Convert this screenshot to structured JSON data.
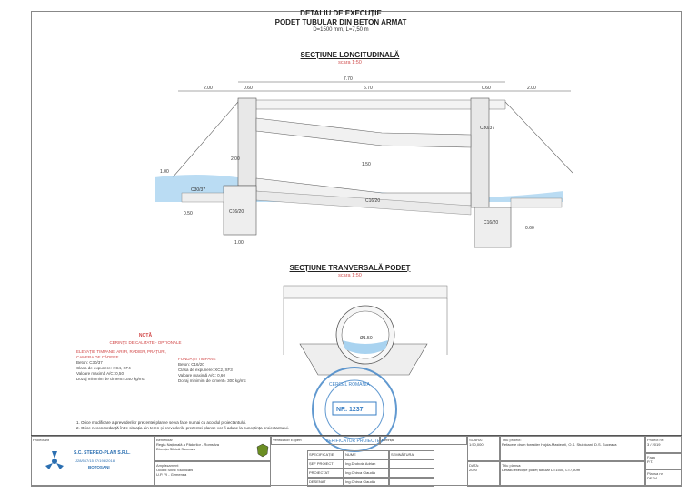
{
  "header": {
    "title_line1": "DETALIU DE EXECUȚIE",
    "title_line2": "PODEȚ TUBULAR  DIN BETON ARMAT",
    "subtitle": "D=1500 mm, L=7,50 m"
  },
  "longitudinal": {
    "title": "SECȚIUNE LONGITUDINALĂ",
    "scale": "scara 1:50",
    "dims_top": [
      "2.00",
      "0.60",
      "6.70",
      "0.60",
      "2.00"
    ],
    "total": "7.70",
    "concrete_left": "C30/37",
    "concrete_right": "C30/37",
    "c16_left": "C16/20",
    "c16_mid": "C16/20",
    "c16_right": "C16/20",
    "dim_150": "1.50",
    "dim_100_left": "1.00",
    "dim_100_bottom": "1.00",
    "dim_050": "0.50",
    "dim_060": "0.60",
    "dim_200": "2.00"
  },
  "transversal": {
    "title": "SECȚIUNE TRANVERSALĂ PODEȚ",
    "scale": "scara 1:50",
    "diam": "Ø1.50"
  },
  "notes": {
    "heading": "NOTĂ",
    "sub": "CERINȚE DE CALITATE - OPȚIONALE",
    "left_title": "ELEVAȚIE TIMPANE, ARIPI, RADIER, PRAȚURI, CAMERA DE CĂDERE",
    "left_lines": [
      "Beton: C30/37",
      "Clasa de expunere: XC4, XF4",
      "Valoare maximă A/C: 0,50",
      "Dozaj minimim de ciment= 340 kg/mc"
    ],
    "right_title": "FUNDAȚII TIMPANE",
    "right_lines": [
      "Beton: C16/20",
      "Clasa de expunere: XC2, XF3",
      "Valoare maximă A/C: 0,60",
      "Dozaj minimim de ciment= 300 kg/mc"
    ],
    "footer_1": "1. Orice modificare a prevederilor prezentei planse se va face numai cu acordul proiectantului.",
    "footer_2": "2. Orice neconcordanță între situația din teren și prevederile prezentei planse vor fi aduse la cunoștința proiectantului."
  },
  "stamp": {
    "outer_text": "CERCEL  ROMANIA",
    "number": "NR. 1237",
    "bottom_text": "VERIFICATOR PROIECTE"
  },
  "title_block": {
    "proiectant_label": "Proiectant",
    "company": "S.C. STEREO-PLAN S.R.L.",
    "reg": "J28/567/15  J7/198/2018",
    "city": "BOTOȘANI",
    "beneficiar_label": "Beneficiar",
    "beneficiar": "Regia Națională a Pădurilor - Romsilva",
    "beneficiar2": "Direcția Silvică Suceava",
    "amplasament_label": "Amplasament",
    "amplasament": "Ocolul Silvic Stulpicani",
    "amplasament2": "U.P. VI - Gemenea",
    "verificator_label": "Verificator/ Expert",
    "cerinta_label": "Cerința",
    "roles": [
      "SPECIFICAȚIE",
      "ȘEF PROIECT",
      "PROIECTAT",
      "DESENAT"
    ],
    "names_header": "NUME",
    "names": [
      "",
      "Ing.Drobota Adrian",
      "Ing.Chirca Claudia",
      "Ing.Chirca Claudia"
    ],
    "sign_header": "SEMNĂTURA",
    "scara_label": "SCARA:",
    "scara": "1:50,000",
    "data_label": "DATA:",
    "data": "2020",
    "titlu_proiect_label": "Titlu proiect:",
    "titlu_proiect": "Refacere drum forestier Hojda-Masteorii, O.S. Stulpicani, D.S. Suceava",
    "titlu_plansa_label": "Titlu plansa:",
    "titlu_plansa": "Detaliu execuție podeț tubular D=1500, L=7,50m",
    "proiect_nr_label": "Proiect nr.:",
    "proiect_nr": "3 / 2019",
    "faza_label": "Faza",
    "faza": "P.T.",
    "plansa_label": "Plansa nr.",
    "plansa": "DE.04"
  }
}
